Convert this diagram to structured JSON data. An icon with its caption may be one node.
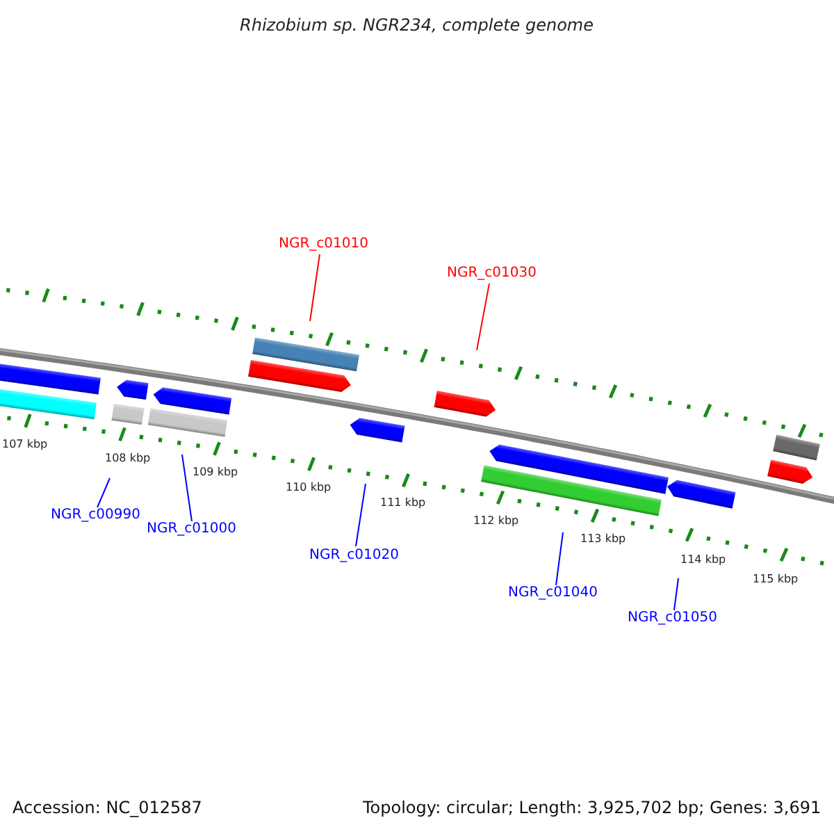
{
  "diagram": {
    "title": "Rhizobium sp. NGR234, complete genome",
    "nodes": [
      {
        "text": [
          "NGR_c01010"
        ]
      },
      {
        "text": [
          "NGR_c01030"
        ]
      },
      {
        "text": [
          "NGR_c00990"
        ]
      },
      {
        "text": [
          "NGR_c01000"
        ]
      },
      {
        "text": [
          "NGR_c01020"
        ]
      },
      {
        "text": [
          "NGR_c01040"
        ]
      },
      {
        "text": [
          "NGR_c01050"
        ]
      }
    ],
    "edges": [
      {
        "from": 0,
        "to": null,
        "arrow": "none",
        "color": "#ff0000"
      },
      {
        "from": 1,
        "to": null,
        "arrow": "none",
        "color": "#ff0000"
      },
      {
        "from": 2,
        "to": null,
        "arrow": "none"
      },
      {
        "from": 3,
        "to": null,
        "arrow": "none"
      },
      {
        "from": 4,
        "to": null,
        "arrow": "none"
      },
      {
        "from": 5,
        "to": null,
        "arrow": "none"
      },
      {
        "from": 6,
        "to": null,
        "arrow": "none"
      }
    ],
    "labels": [
      "107 kbp",
      "108 kbp",
      "109 kbp",
      "110 kbp",
      "111 kbp",
      "112 kbp",
      "113 kbp",
      "114 kbp",
      "115 kbp",
      "Accession: NC_012587",
      "Topology: circular; Length: 3,925,702 bp; Genes: 3,691"
    ]
  }
}
